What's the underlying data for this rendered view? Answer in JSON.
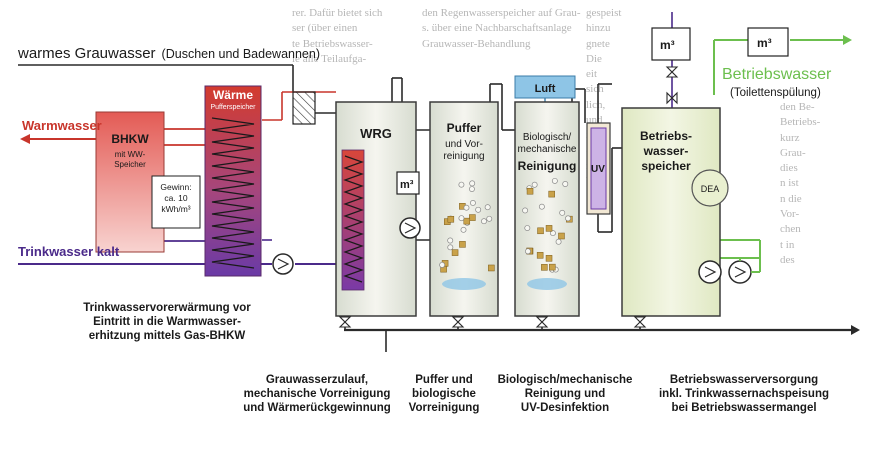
{
  "title": {
    "text": "warmes Grauwasser",
    "sub": "(Duschen und Badewannen)"
  },
  "left_labels": {
    "warmwasser": "Warmwasser",
    "trinkwasser": "Trinkwasser kalt"
  },
  "right_labels": {
    "betriebswasser": "Betriebswasser",
    "toilette": "(Toilettenspülung)"
  },
  "units": {
    "m3": "m³"
  },
  "components": {
    "bhkw": {
      "title": "BHKW",
      "sub": "mit WW-\nSpeicher"
    },
    "waerme": {
      "title": "Wärme",
      "sub": "Pufferspeicher"
    },
    "gewinn": {
      "text": "Gewinn:\nca. 10\nkWh/m³"
    },
    "wrg": {
      "title": "WRG"
    },
    "puffer": {
      "title": "Puffer",
      "sub": "und Vor-\nreinigung"
    },
    "luft": {
      "title": "Luft"
    },
    "bio": {
      "title": "Biologisch/\nmechanische",
      "main": "Reinigung"
    },
    "uv": {
      "title": "UV"
    },
    "speicher": {
      "title": "Betriebs-\nwasser-\nspeicher"
    },
    "dea": {
      "title": "DEA"
    }
  },
  "captions": {
    "left": "Trinkwasservorerwärmung vor\nEintritt in die Warmwasser-\nerhitzung mittels Gas-BHKW",
    "c1": "Grauwasserzulauf,\nmechanische Vorreinigung\nund Wärmerückgewinnung",
    "c2": "Puffer und\nbiologische\nVorreinigung",
    "c3": "Biologisch/mechanische\nReinigung und\nUV-Desinfektion",
    "c4": "Betriebswasserversorgung\ninkl. Trinkwassernachspeisung\nbei Betriebswassermangel"
  },
  "colors": {
    "warm_red": "#c8352b",
    "cold_purple": "#4b2a8a",
    "green": "#6cbf4e",
    "pipe": "#2a2a2a",
    "bhkw_fill": "#f2a9a3",
    "tank_fill": "#ecf1d6",
    "luft_fill": "#8ec5e6"
  },
  "icons": [
    "valve-icon",
    "pump-icon",
    "heat-exchanger-coil-icon",
    "water-meter-icon",
    "arrow-icon"
  ]
}
